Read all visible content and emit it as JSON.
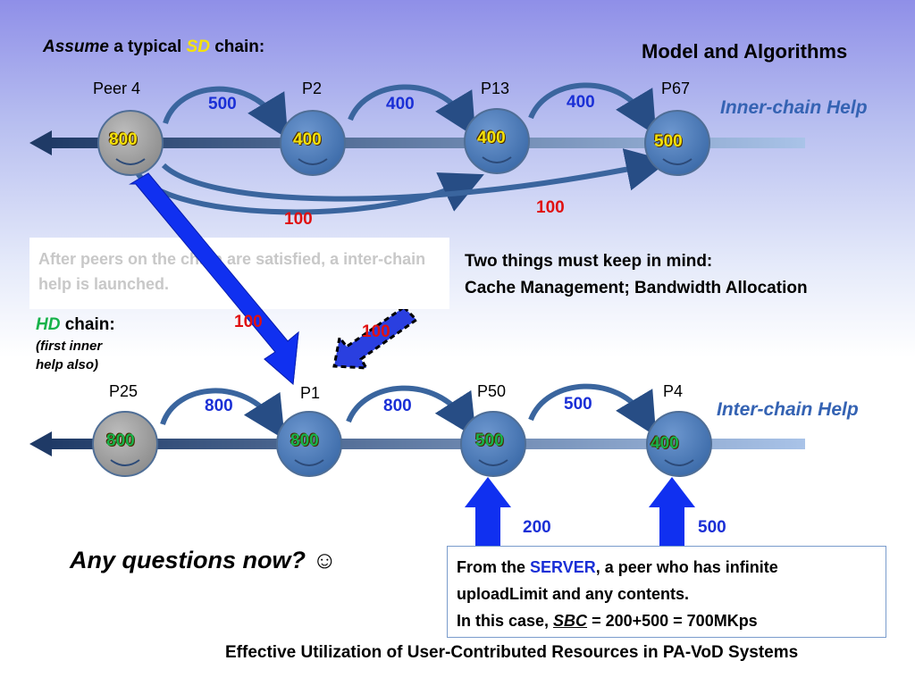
{
  "header": {
    "assume_word": "Assume",
    "typical_text": " a typical ",
    "sd_word": "SD",
    "chain_text": " chain:",
    "title": "Model and Algorithms"
  },
  "top_chain": {
    "peers": [
      {
        "label": "Peer 4",
        "value": "800"
      },
      {
        "label": "P2",
        "value": "400"
      },
      {
        "label": "P13",
        "value": "400"
      },
      {
        "label": "P67",
        "value": "500"
      }
    ],
    "arc_values": [
      "500",
      "400",
      "400"
    ],
    "long_arc_values": [
      "100",
      "100"
    ],
    "help_label": "Inner-chain Help"
  },
  "note_box": {
    "text": "After peers on the chain are satisfied, a inter-chain help is launched."
  },
  "keep_in_mind": {
    "line1": "Two things must keep in mind:",
    "line2": "Cache Management; Bandwidth Allocation"
  },
  "hd": {
    "hd_word": "HD",
    "chain_text": " chain:",
    "sub1": "(first inner",
    "sub2": "help also)"
  },
  "cross_values": [
    "100",
    "100"
  ],
  "bottom_chain": {
    "peers": [
      {
        "label": "P25",
        "value": "800"
      },
      {
        "label": "P1",
        "value": "800"
      },
      {
        "label": "P50",
        "value": "500"
      },
      {
        "label": "P4",
        "value": "400"
      }
    ],
    "arc_values": [
      "800",
      "800",
      "500"
    ],
    "help_label": "Inter-chain Help"
  },
  "server": {
    "values": [
      "200",
      "500"
    ],
    "from_the": "From the ",
    "server_word": "SERVER",
    "line1_rest": ", a peer who has infinite",
    "line2": "uploadLimit and any contents.",
    "line3_pre": "In this case, ",
    "sbc": "SBC",
    "line3_post": " = 200+500 = 700MKps"
  },
  "questions": {
    "text": "Any questions now?",
    "smiley": "☺"
  },
  "footer": "Effective Utilization of User-Contributed Resources in PA-VoD Systems",
  "colors": {
    "peer_fill": "#4f81bd",
    "source_fill": "#a6a6a6",
    "accent_blue": "#1a2fd6",
    "accent_red": "#e01010",
    "sd_yellow": "#f4e20a",
    "hd_green": "#16b24a"
  }
}
